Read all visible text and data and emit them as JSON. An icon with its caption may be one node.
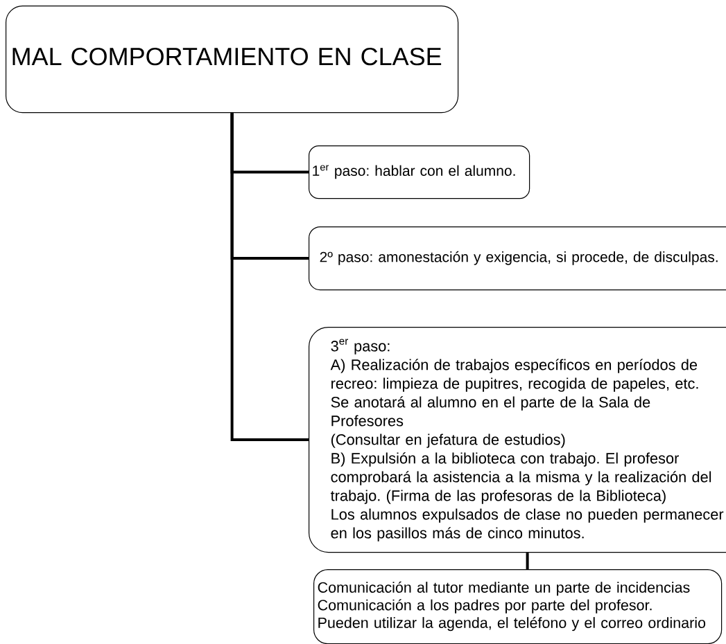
{
  "diagram": {
    "nodes": [
      {
        "text": [
          "MAL COMPORTAMIENTO EN CLASE"
        ]
      },
      {
        "text": [
          "1$^{er}$ paso: hablar con el alumno."
        ]
      },
      {
        "text": [
          "2º paso: amonestación y exigencia, si procede, de disculpas."
        ]
      },
      {
        "text": [
          "\\text{3}^{\\text{er}}\\text{ paso:}",
          "A) Realización de trabajos específicos en períodos de recreo: limpieza de pupitres, recogida de papeles, etc.",
          "Se anotará al alumno en el parte de la Sala de Profesores",
          "(Consultar en jefatura de estudios)",
          "B) Expulsión a la biblioteca con trabajo. El profesor comprobará la asistencia a la misma y la realización del trabajo. (Firma de las profesoras de la Biblioteca)",
          "Los alumnos expulsados de clase no pueden permanecer en los pasillos más de cinco minutos."
        ]
      },
      {
        "text": [
          "Comunicación al tutor mediante un parte de incidencias",
          "Comunicación a los padres por parte del profesor.",
          "Pueden utilizar la agenda, el teléfono y el correo ordinario"
        ]
      }
    ],
    "edges": [
      {
        "from": 0,
        "to": 1,
        "arrow": "none"
      },
      {
        "from": 0,
        "to": 2,
        "arrow": "none"
      },
      {
        "from": 0,
        "to": 3,
        "arrow": "none"
      },
      {
        "from": 3,
        "to": 4,
        "arrow": "none"
      }
    ]
  }
}
